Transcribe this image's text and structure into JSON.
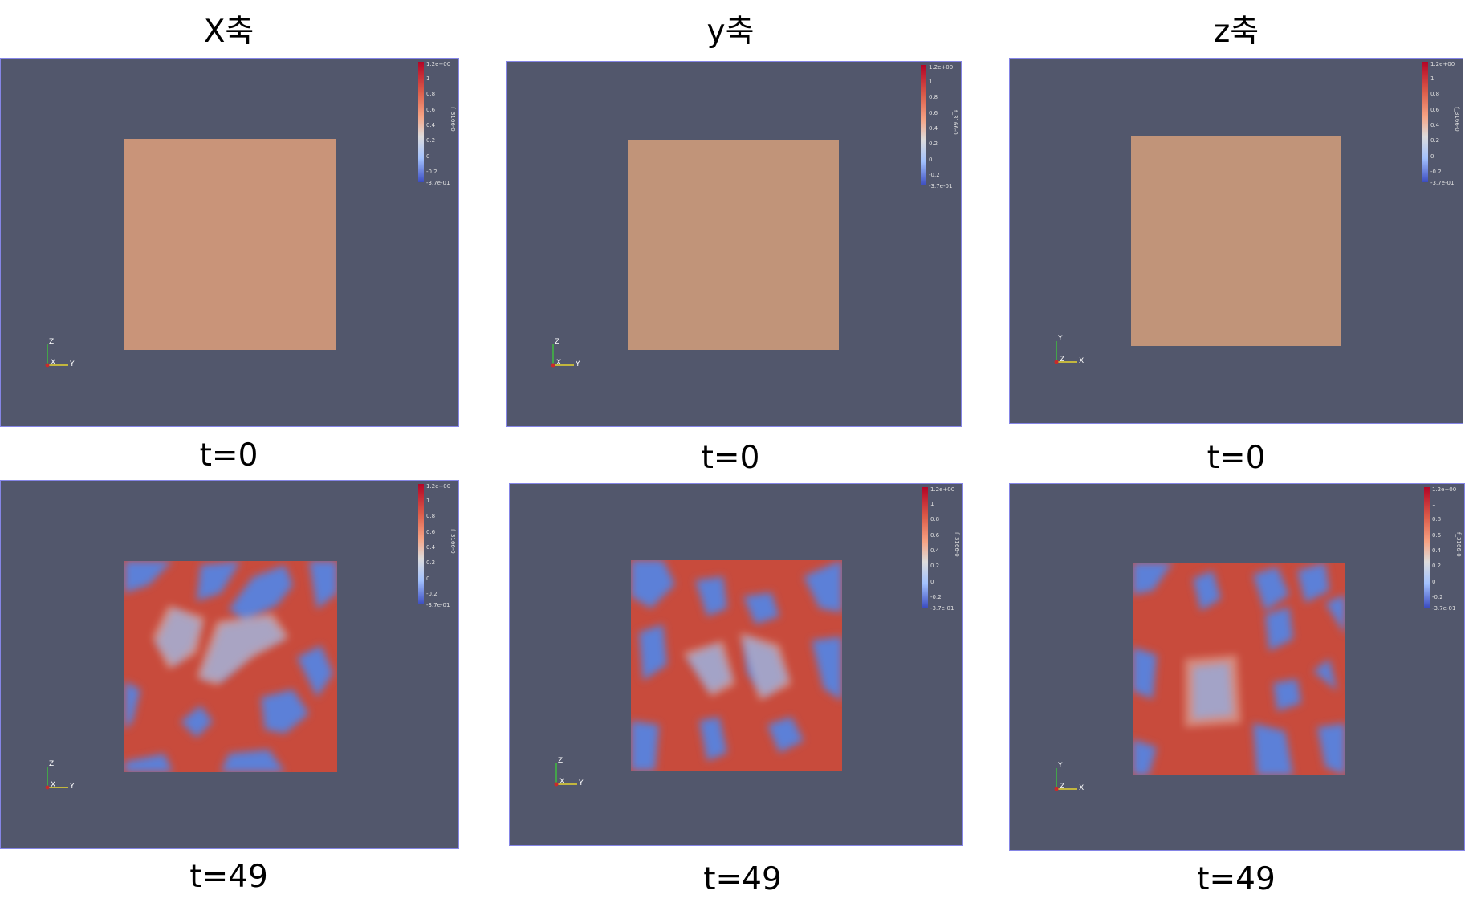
{
  "columns": [
    {
      "title": "X축",
      "axis_labels": [
        "Z",
        "X",
        "Y"
      ]
    },
    {
      "title": "y축",
      "axis_labels": [
        "Z",
        "X",
        "Y"
      ]
    },
    {
      "title": "z축",
      "axis_labels": [
        "Y",
        "Z",
        "X"
      ]
    }
  ],
  "time_labels": {
    "initial": "t=0",
    "final": "t=49"
  },
  "colorbar": {
    "ticks": [
      "1.2e+00",
      "1",
      "0.8",
      "0.6",
      "0.4",
      "0.2",
      "0",
      "-0.2",
      "-3.7e-01"
    ],
    "title": "f_3166-0"
  },
  "colors": {
    "background": "#52576c",
    "initial_fill": "#c99479",
    "high": "#c8453a",
    "low": "#5a7fd6"
  }
}
